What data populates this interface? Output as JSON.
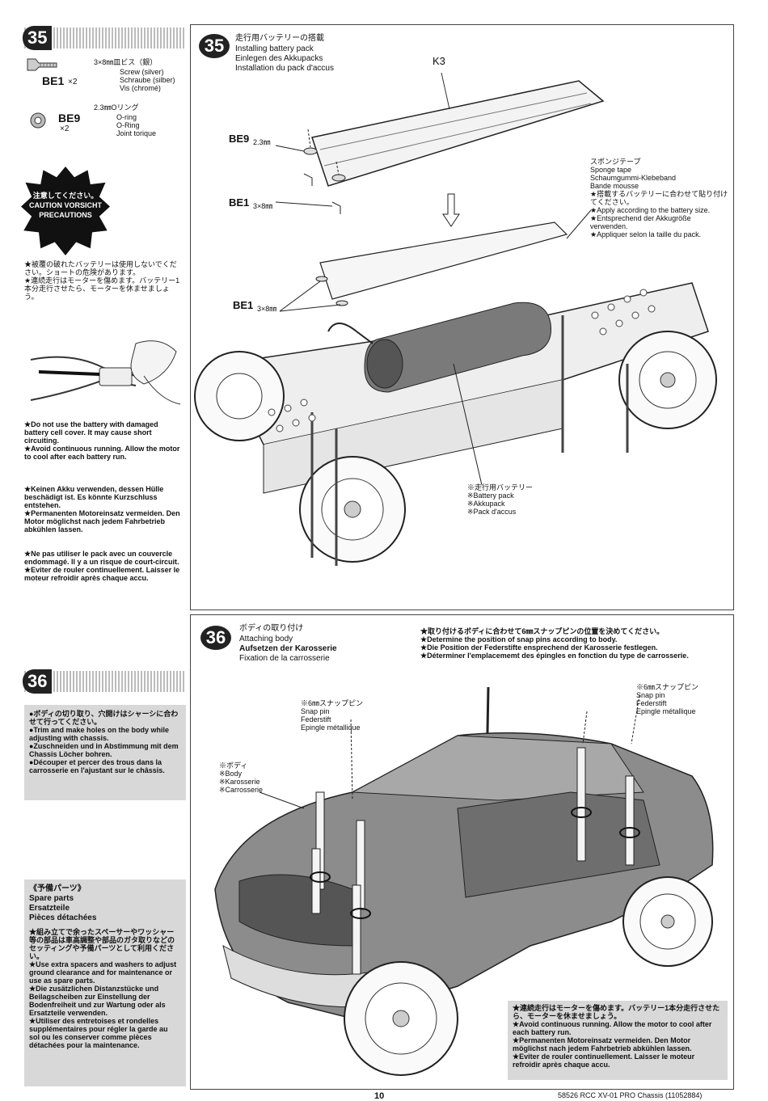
{
  "step35_left": {
    "number": "35",
    "parts": [
      {
        "id": "BE1",
        "qty": "×2",
        "spec": "3×8㎜皿ビス（銀）",
        "names": "Screw (silver)\nSchraube (silber)\nVis (chromé)"
      },
      {
        "id": "BE9",
        "qty": "×2",
        "spec": "2.3㎜Oリング",
        "names": "O-ring\nO-Ring\nJoint torique"
      }
    ],
    "caution_label": "注意してください。\nCAUTION\nVORSICHT\nPRECAUTIONS",
    "warning_jp": "★被覆の破れたバッテリーは使用しないでください。ショートの危険があります。\n★連続走行はモーターを傷めます。バッテリー1本分走行させたら、モーターを休ませましょう。",
    "warning_en": "★Do not use the battery with damaged battery cell cover. It may cause short circuiting.\n★Avoid continuous running. Allow the motor to cool after each battery run.",
    "warning_de": "★Keinen Akku verwenden, dessen Hülle beschädigt ist. Es könnte Kurzschluss entstehen.\n★Permanenten Motoreinsatz vermeiden. Den Motor möglichst nach jedem Fahrbetrieb abkühlen lassen.",
    "warning_fr": "★Ne pas utiliser le pack avec un couvercle endommagé. Il y a un risque de court-circuit.\n★Eviter de rouler continuellement. Laisser le moteur refroidir après chaque accu."
  },
  "step35_main": {
    "number": "35",
    "title_jp": "走行用バッテリーの搭載",
    "title_en": "Installing battery pack",
    "title_de": "Einlegen des Akkupacks",
    "title_fr": "Installation du pack d'accus",
    "label_k3": "K3",
    "label_be9": "BE9",
    "label_be9_size": "2.3㎜",
    "label_be1_a": "BE1",
    "label_be1_a_size": "3×8㎜",
    "label_be1_b": "BE1",
    "label_be1_b_size": "3×8㎜",
    "sponge_note": "スポンジテープ\nSponge tape\nSchaumgummi-Klebeband\nBande mousse\n★搭載するバッテリーに合わせて貼り付けてください。\n★Apply according to the battery size.\n★Entsprechend der Akkugröße verwenden.\n★Appliquer selon la taille du pack.",
    "battery_note": "※走行用バッテリー\n※Battery pack\n※Akkupack\n※Pack d'accus"
  },
  "step36_left": {
    "number": "36",
    "note": "●ボディの切り取り、穴開けはシャーシに合わせて行ってください。\n●Trim and make holes on the body while adjusting with chassis.\n●Zuschneiden und in Abstimmung mit dem Chassis Löcher bohren.\n●Découper et percer des trous dans la carrosserie en l'ajustant sur le châssis."
  },
  "spare_parts": {
    "title": "《予備パーツ》\nSpare parts\nErsatzteile\nPièces détachées",
    "text": "★組み立てで余ったスペーサーやワッシャー等の部品は車高調整や部品のガタ取りなどのセッティングや予備パーツとして利用ください。\n★Use extra spacers and washers to adjust ground clearance and for maintenance or use as spare parts.\n★Die zusätzlichen Distanzstücke und Beilagscheiben zur Einstellung der Bodenfreiheit und zur Wartung oder als Ersatzteile verwenden.\n★Utiliser des entretoises et rondelles supplémentaires pour régler la garde au sol ou les conserver comme pièces détachées pour la maintenance."
  },
  "step36_main": {
    "number": "36",
    "title_jp": "ボディの取り付け",
    "title_en": "Attaching body",
    "title_de": "Aufsetzen der Karosserie",
    "title_fr": "Fixation de la carrosserie",
    "pin_note": "★取り付けるボディに合わせて6㎜スナップピンの位置を決めてください。\n★Determine the position of snap pins according to body.\n★Die Position der Federstifte ensprechend der Karosserie festlegen.\n★Déterminer l'emplacememt des épingles en fonction du type de carrosserie.",
    "snap_pin_left": "※6㎜スナップピン\nSnap pin\nFederstift\nEpingle métallique",
    "snap_pin_right": "※6㎜スナップピン\nSnap pin\nFederstift\nEpingle métallique",
    "body_label": "※ボディ\n※Body\n※Karosserie\n※Carrosserie",
    "motor_note": "★連続走行はモーターを傷めます。バッテリー1本分走行させたら、モーターを休ませましょう。\n★Avoid continuous running. Allow the motor to cool after each battery run.\n★Permanenten Motoreinsatz vermeiden. Den Motor möglichst nach jedem Fahrbetrieb abkühlen lassen.\n★Eviter de rouler continuellement. Laisser le moteur refroidir après chaque accu."
  },
  "footer": {
    "page": "10",
    "ref": "58526 RCC XV-01 PRO Chassis (11052884)"
  }
}
